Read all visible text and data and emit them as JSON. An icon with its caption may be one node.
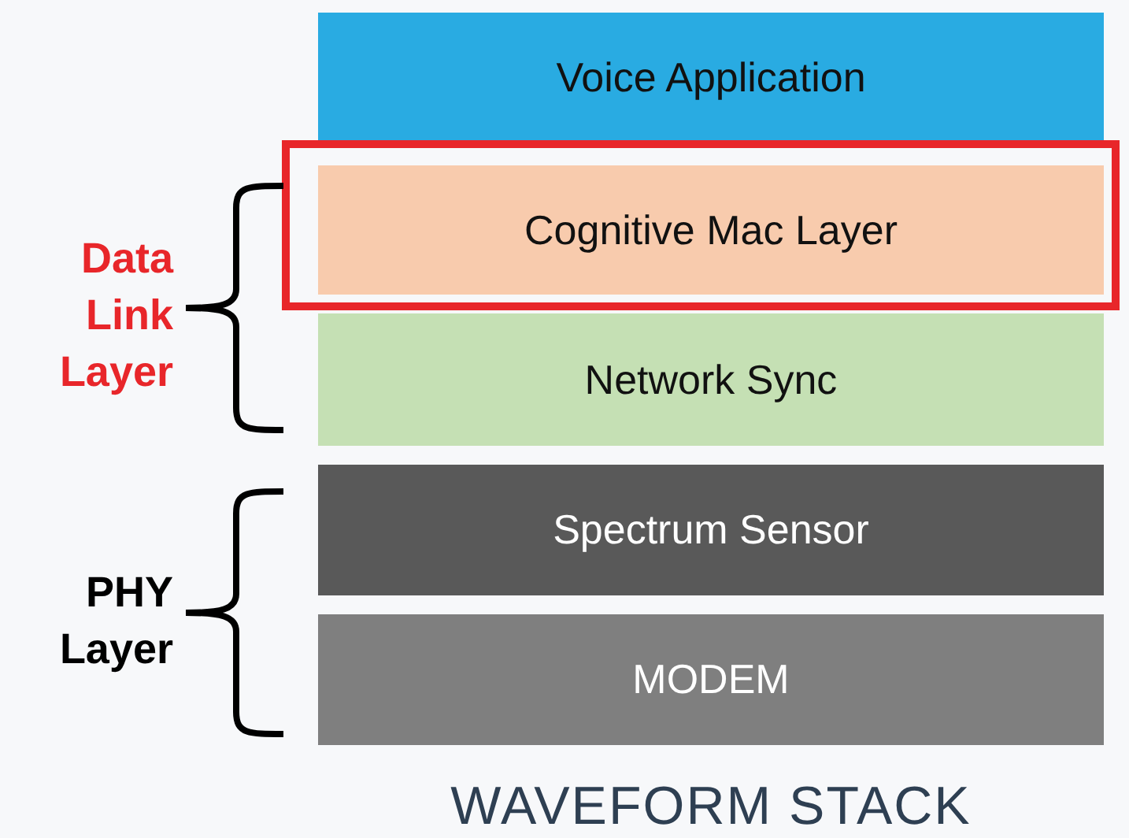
{
  "diagram": {
    "caption": "WAVEFORM STACK",
    "nodes": [
      {
        "text": [
          "Voice Application"
        ]
      },
      {
        "text": [
          "Cognitive Mac Layer"
        ]
      },
      {
        "text": [
          "Network Sync"
        ]
      },
      {
        "text": [
          "Spectrum Sensor"
        ]
      },
      {
        "text": [
          "MODEM"
        ]
      }
    ],
    "labels": [
      "Data Link Layer",
      "PHY Layer"
    ]
  }
}
